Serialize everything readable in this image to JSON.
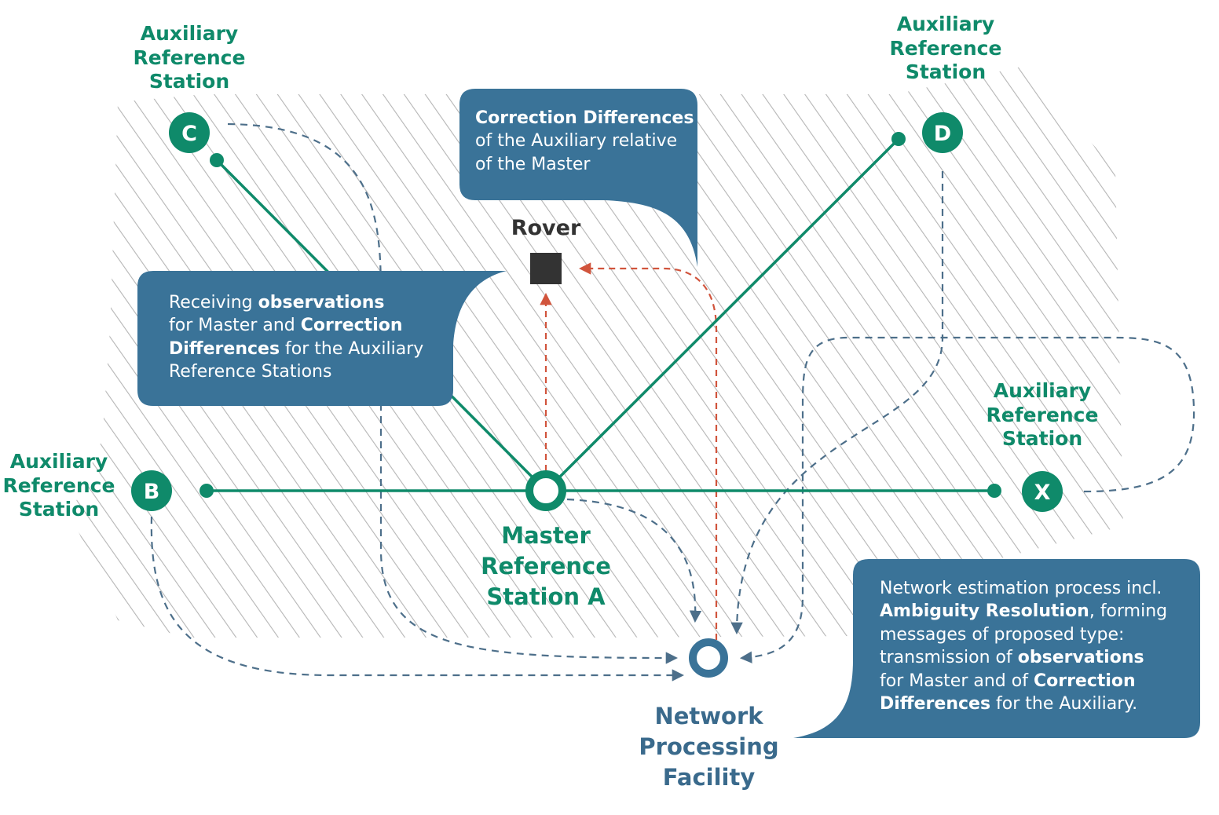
{
  "colors": {
    "green": "#0f8a6a",
    "callout": "#3a7398",
    "hatch": "#b5b5b5",
    "dashed_blue": "#4d6f8a",
    "dashed_red": "#d1543c",
    "rover": "#333333"
  },
  "stations": {
    "c": {
      "letter": "C",
      "label_lines": [
        "Auxiliary",
        "Reference",
        "Station"
      ]
    },
    "d": {
      "letter": "D",
      "label_lines": [
        "Auxiliary",
        "Reference",
        "Station"
      ]
    },
    "b": {
      "letter": "B",
      "label_lines": [
        "Auxiliary",
        "Reference",
        "Station"
      ]
    },
    "x": {
      "letter": "X",
      "label_lines": [
        "Auxiliary",
        "Reference",
        "Station"
      ]
    },
    "master": {
      "label_lines": [
        "Master",
        "Reference",
        "Station A"
      ]
    }
  },
  "rover": {
    "label": "Rover"
  },
  "facility": {
    "label_lines": [
      "Network",
      "Processing",
      "Facility"
    ]
  },
  "callouts": {
    "top": {
      "l1_bold": "Correction Differences",
      "l2": "of the Auxiliary relative",
      "l3": "of the Master"
    },
    "left": {
      "l1_pre": "Receiving ",
      "l1_bold": "observations",
      "l2_pre": "for Master and ",
      "l2_bold": "Correction",
      "l3_bold": "Differences",
      "l3_post": " for the Auxiliary",
      "l4": "Reference Stations"
    },
    "right": {
      "l1": "Network estimation process incl.",
      "l2_bold": "Ambiguity Resolution",
      "l2_post": ", forming",
      "l3": "messages of proposed type:",
      "l4_pre": "transmission of ",
      "l4_bold": "observations",
      "l5_pre": "for Master and of ",
      "l5_bold": "Correction",
      "l6_bold": "Differences",
      "l6_post": " for the Auxiliary."
    }
  }
}
